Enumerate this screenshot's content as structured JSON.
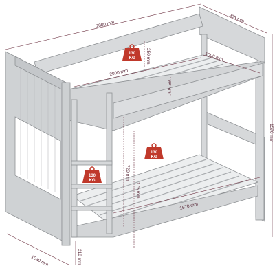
{
  "dimensions": {
    "overall_length": "2080 mm",
    "overall_depth": "995 mm",
    "overall_height": "1576 mm",
    "upper_guard_height": "250 mm",
    "upper_rail_width": "1000 mm",
    "mattress_length": "2000 mm",
    "guard_gap": "65 mm",
    "mid_clearance": "720 mm",
    "lower_guard_height": "175 mm",
    "lower_opening_length": "1570 mm",
    "footprint_depth": "1040 mm",
    "floor_clearance": "210 mm"
  },
  "load_badges": {
    "upper": [
      "130",
      "KG"
    ],
    "lower": [
      "130",
      "KG"
    ],
    "ladder": [
      "130",
      "KG"
    ]
  },
  "colors": {
    "frame": "#cfd2d4",
    "frame_stroke": "#8e9194",
    "slats": "#e8eaeb",
    "dimension_line": "#6b2f3f",
    "badge": "#c0392b"
  }
}
